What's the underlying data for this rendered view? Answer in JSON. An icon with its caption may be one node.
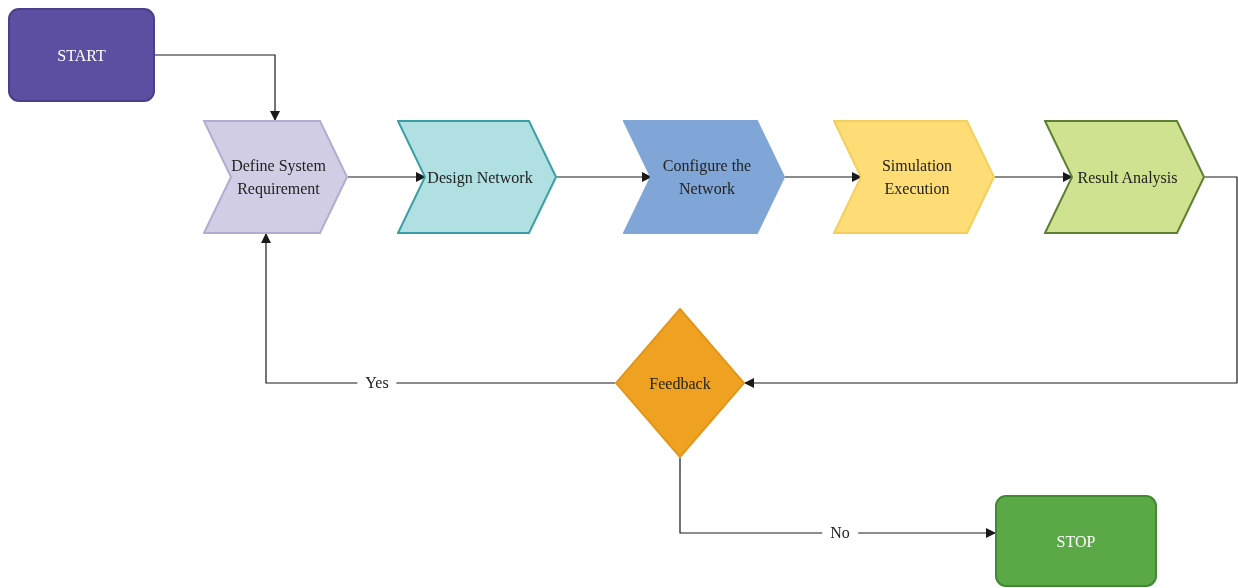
{
  "diagram": {
    "nodes": [
      {
        "text": [
          "START"
        ]
      },
      {
        "text": [
          "Define System Requirement"
        ]
      },
      {
        "text": [
          "Design Network"
        ]
      },
      {
        "text": [
          "Configure the Network"
        ]
      },
      {
        "text": [
          "Simulation Execution"
        ]
      },
      {
        "text": [
          "Result Analysis"
        ]
      },
      {
        "text": [
          "Feedback"
        ]
      },
      {
        "text": [
          "STOP"
        ]
      }
    ],
    "edges": [
      {
        "from": 0,
        "to": 1,
        "arrow": "to"
      },
      {
        "from": 1,
        "to": 2,
        "arrow": "to"
      },
      {
        "from": 2,
        "to": 3,
        "arrow": "to"
      },
      {
        "from": 3,
        "to": 4,
        "arrow": "to"
      },
      {
        "from": 4,
        "to": 5,
        "arrow": "to"
      },
      {
        "from": 5,
        "to": 6,
        "arrow": "to"
      },
      {
        "from": 6,
        "to": 1,
        "arrow": "to",
        "label": "Yes"
      },
      {
        "from": 6,
        "to": 7,
        "arrow": "to",
        "label": "No"
      }
    ]
  }
}
